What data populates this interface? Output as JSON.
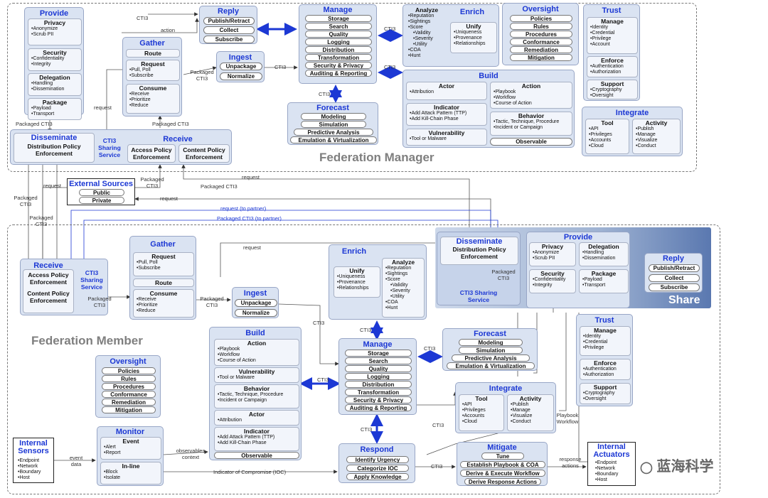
{
  "zones": {
    "manager": "Federation Manager",
    "member": "Federation Member",
    "share": "Share"
  },
  "cti": "CTI3",
  "fm": {
    "provide": {
      "title": "Provide",
      "privacy": {
        "h": "Privacy",
        "items": [
          "Anonymize",
          "Scrub PII"
        ]
      },
      "security": {
        "h": "Security",
        "items": [
          "Confidentiality",
          "Integrity"
        ]
      },
      "delegation": {
        "h": "Delegation",
        "items": [
          "Handling",
          "Dissemination"
        ]
      },
      "package": {
        "h": "Package",
        "items": [
          "Payload",
          "Transport"
        ]
      }
    },
    "reply": {
      "title": "Reply",
      "items": [
        "Publish/Retract",
        "Collect",
        "Subscribe"
      ]
    },
    "gather": {
      "title": "Gather",
      "route": "Route",
      "request": {
        "h": "Request",
        "items": [
          "Pull, Poll",
          "Subscribe"
        ]
      },
      "consume": {
        "h": "Consume",
        "items": [
          "Receive",
          "Prioritize",
          "Reduce"
        ]
      }
    },
    "ingest": {
      "title": "Ingest",
      "items": [
        "Unpackage",
        "Normalize"
      ]
    },
    "manage": {
      "title": "Manage",
      "items": [
        "Storage",
        "Search",
        "Quality",
        "Logging",
        "Distribution",
        "Transformation",
        "Security & Privacy",
        "Auditing & Reporting"
      ]
    },
    "analyze": {
      "h": "Analyze",
      "items": [
        "Reputation",
        "Sightings",
        "Score"
      ],
      "sub": [
        "Validity",
        "Severity",
        "Utility"
      ],
      "tail": [
        "COA",
        "Hunt"
      ]
    },
    "enrich": {
      "title": "Enrich"
    },
    "unify": {
      "h": "Unify",
      "items": [
        "Uniqueness",
        "Provenance",
        "Relationships"
      ]
    },
    "oversight": {
      "title": "Oversight",
      "items": [
        "Policies",
        "Rules",
        "Procedures",
        "Conformance",
        "Remediation",
        "Mitigation"
      ]
    },
    "trust": {
      "title": "Trust",
      "manage": {
        "h": "Manage",
        "items": [
          "Identity",
          "Credential",
          "Privilege",
          "Account"
        ]
      },
      "enforce": {
        "h": "Enforce",
        "items": [
          "Authentication",
          "Authorization"
        ]
      },
      "support": {
        "h": "Support",
        "items": [
          "Cryptography",
          "Oversight"
        ]
      }
    },
    "build": {
      "title": "Build",
      "actor": {
        "h": "Actor",
        "items": [
          "Attribution"
        ]
      },
      "action": {
        "h": "Action",
        "items": [
          "Playbook",
          "Workflow",
          "Course of Action"
        ]
      },
      "indicator": {
        "h": "Indicator",
        "items": [
          "Add Attack Pattern (TTP)",
          "Add Kill-Chain Phase"
        ]
      },
      "behavior": {
        "h": "Behavior",
        "items": [
          "Tactic, Technique, Procedure",
          "Incident or Campaign"
        ]
      },
      "vulnerability": {
        "h": "Vulnerability",
        "items": [
          "Tool or Malware"
        ]
      },
      "observable": "Observable"
    },
    "forecast": {
      "title": "Forecast",
      "items": [
        "Modeling",
        "Simulation",
        "Predictive Analysis",
        "Emulation & Virtualization"
      ]
    },
    "integrate": {
      "title": "Integrate",
      "tool": {
        "h": "Tool",
        "items": [
          "API",
          "Privileges",
          "Accounts",
          "Cloud"
        ]
      },
      "activity": {
        "h": "Activity",
        "items": [
          "Publish",
          "Manage",
          "Visualize",
          "Conduct"
        ]
      }
    },
    "disseminate": {
      "title": "Disseminate",
      "body": "Distribution Policy Enforcement"
    },
    "sharing": "CTI3 Sharing Service",
    "receive": {
      "title": "Receive",
      "a": "Access Policy Enforcement",
      "b": "Content Policy Enforcement"
    }
  },
  "external": {
    "title": "External Sources",
    "items": [
      "Public",
      "Private"
    ]
  },
  "mem": {
    "receive": {
      "title": "Receive",
      "a": "Access Policy Enforcement",
      "b": "Content Policy Enforcement"
    },
    "sharing": "CTI3 Sharing Service",
    "gather": {
      "title": "Gather",
      "request": {
        "h": "Request",
        "items": [
          "Pull, Poll",
          "Subscribe"
        ]
      },
      "route": "Route",
      "consume": {
        "h": "Consume",
        "items": [
          "Receive",
          "Prioritize",
          "Reduce"
        ]
      }
    },
    "ingest": {
      "title": "Ingest",
      "items": [
        "Unpackage",
        "Normalize"
      ]
    },
    "enrich": {
      "title": "Enrich",
      "unify": {
        "h": "Unify",
        "items": [
          "Uniqueness",
          "Provenance",
          "Relationships"
        ]
      },
      "analyze": {
        "h": "Analyze",
        "items": [
          "Reputation",
          "Sightings",
          "Score"
        ],
        "sub": [
          "Validity",
          "Severity",
          "Utility"
        ],
        "tail": [
          "COA",
          "Hunt"
        ]
      }
    },
    "disseminate": {
      "title": "Disseminate",
      "body": "Distribution Policy Enforcement"
    },
    "provide": {
      "title": "Provide",
      "privacy": {
        "h": "Privacy",
        "items": [
          "Anonymize",
          "Scrub PII"
        ]
      },
      "delegation": {
        "h": "Delegation",
        "items": [
          "Handling",
          "Dissemination"
        ]
      },
      "security": {
        "h": "Security",
        "items": [
          "Confidentiality",
          "Integrity"
        ]
      },
      "package": {
        "h": "Package",
        "items": [
          "Payload",
          "Transport"
        ]
      }
    },
    "reply": {
      "title": "Reply",
      "items": [
        "Publish/Retract",
        "Collect",
        "Subscribe"
      ]
    },
    "oversight": {
      "title": "Oversight",
      "items": [
        "Policies",
        "Rules",
        "Procedures",
        "Conformance",
        "Remediation",
        "Mitigation"
      ]
    },
    "build": {
      "title": "Build",
      "action": {
        "h": "Action",
        "items": [
          "Playbook",
          "Workflow",
          "Course of Action"
        ]
      },
      "vulnerability": {
        "h": "Vulnerability",
        "items": [
          "Tool or Malware"
        ]
      },
      "behavior": {
        "h": "Behavior",
        "items": [
          "Tactic, Technique, Procedure",
          "Incident or Campaign"
        ]
      },
      "actor": {
        "h": "Actor",
        "items": [
          "Attribution"
        ]
      },
      "indicator": {
        "h": "Indicator",
        "items": [
          "Add Attack Pattern (TTP)",
          "Add Kill-Chain Phase"
        ]
      },
      "observable": "Observable"
    },
    "manage": {
      "title": "Manage",
      "items": [
        "Storage",
        "Search",
        "Quality",
        "Logging",
        "Distribution",
        "Transformation",
        "Security & Privacy",
        "Auditing & Reporting"
      ]
    },
    "forecast": {
      "title": "Forecast",
      "items": [
        "Modeling",
        "Simulation",
        "Predictive Analysis",
        "Emulation & Virtualization"
      ]
    },
    "trust": {
      "title": "Trust",
      "manage": {
        "h": "Manage",
        "items": [
          "Identity",
          "Credential",
          "Privilege"
        ]
      },
      "enforce": {
        "h": "Enforce",
        "items": [
          "Authentication",
          "Authorization"
        ]
      },
      "support": {
        "h": "Support",
        "items": [
          "Cryptography",
          "Oversight"
        ]
      }
    },
    "integrate": {
      "title": "Integrate",
      "tool": {
        "h": "Tool",
        "items": [
          "API",
          "Privileges",
          "Accounts",
          "Cloud"
        ]
      },
      "activity": {
        "h": "Activity",
        "items": [
          "Publish",
          "Manage",
          "Visualize",
          "Conduct"
        ]
      }
    },
    "sensors": {
      "title": "Internal Sensors",
      "items": [
        "Endpoint",
        "Network",
        "Boundary",
        "Host"
      ]
    },
    "monitor": {
      "title": "Monitor",
      "event": {
        "h": "Event",
        "items": [
          "Alert",
          "Report"
        ]
      },
      "inline": {
        "h": "In-line",
        "items": [
          "Block",
          "Isolate"
        ]
      }
    },
    "respond": {
      "title": "Respond",
      "items": [
        "Identify Urgency",
        "Categorize IOC",
        "Apply Knowledge"
      ]
    },
    "mitigate": {
      "title": "Mitigate",
      "items": [
        "Tune",
        "Establish Playbook & COA",
        "Derive & Execute Workflow",
        "Derive Response Actions"
      ]
    },
    "actuators": {
      "title": "Internal Actuators",
      "items": [
        "Endpoint",
        "Network",
        "Boundary",
        "Host"
      ]
    }
  },
  "labels": {
    "action": "action",
    "packaged_cti3": "Packaged CTI3",
    "request": "request",
    "req_partner": "request (to partner)",
    "pkg_partner": "Packaged CTI3 (to partner)",
    "event_data": "event data",
    "observables": "observables context",
    "ioc": "Indicator of Compromise (IOC)",
    "playbook": "Playbook Workflow",
    "response": "response actions"
  },
  "watermark": "蓝海科学"
}
